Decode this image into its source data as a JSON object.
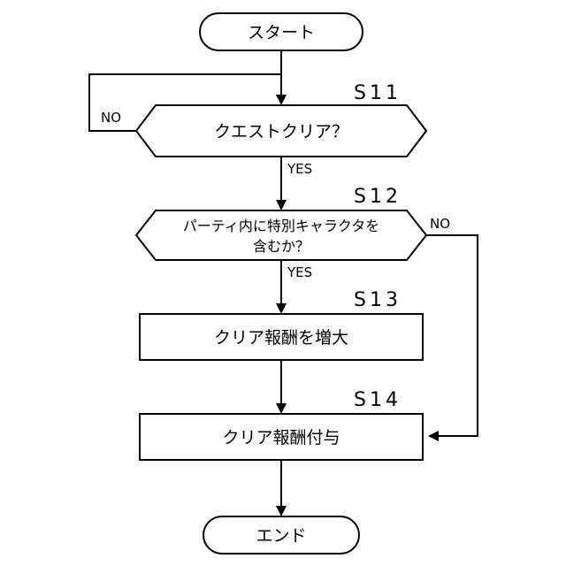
{
  "flowchart": {
    "start": "スタート",
    "end": "エンド",
    "s11": {
      "step": "S11",
      "label": "クエストクリア？"
    },
    "s12": {
      "step": "S12",
      "line1": "パーティ内に特別キャラクタを",
      "line2": "含むか？"
    },
    "s13": {
      "step": "S13",
      "label": "クリア報酬を増大"
    },
    "s14": {
      "step": "S14",
      "label": "クリア報酬付与"
    },
    "branches": {
      "yes": "YES",
      "no": "NO"
    }
  }
}
